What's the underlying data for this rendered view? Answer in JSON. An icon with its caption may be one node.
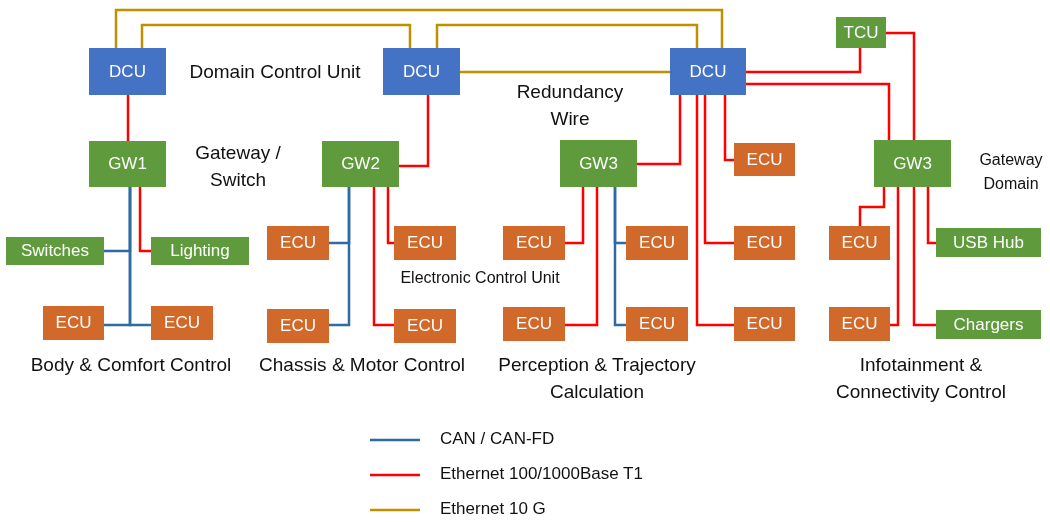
{
  "diagram": {
    "nodes": [
      {
        "text": [
          "DCU"
        ]
      },
      {
        "text": [
          "DCU"
        ]
      },
      {
        "text": [
          "DCU"
        ]
      },
      {
        "text": [
          "TCU"
        ]
      },
      {
        "text": [
          "GW1"
        ]
      },
      {
        "text": [
          "GW2"
        ]
      },
      {
        "text": [
          "GW3"
        ]
      },
      {
        "text": [
          "ECU"
        ]
      },
      {
        "text": [
          "GW3"
        ]
      },
      {
        "text": [
          "Switches"
        ]
      },
      {
        "text": [
          "Lighting"
        ]
      },
      {
        "text": [
          "ECU"
        ]
      },
      {
        "text": [
          "ECU"
        ]
      },
      {
        "text": [
          "ECU"
        ]
      },
      {
        "text": [
          "ECU"
        ]
      },
      {
        "text": [
          "ECU"
        ]
      },
      {
        "text": [
          "ECU"
        ]
      },
      {
        "text": [
          "ECU"
        ]
      },
      {
        "text": [
          "ECU"
        ]
      },
      {
        "text": [
          "ECU"
        ]
      },
      {
        "text": [
          "ECU"
        ]
      },
      {
        "text": [
          "ECU"
        ]
      },
      {
        "text": [
          "ECU"
        ]
      },
      {
        "text": [
          "ECU"
        ]
      },
      {
        "text": [
          "USB Hub"
        ]
      },
      {
        "text": [
          "ECU"
        ]
      },
      {
        "text": [
          "Chargers"
        ]
      }
    ],
    "edges": [
      {
        "from": 0,
        "to": 2,
        "arrow": "none",
        "color": "#c09000"
      },
      {
        "from": 0,
        "to": 1,
        "arrow": "none",
        "color": "#c09000"
      },
      {
        "from": 1,
        "to": 2,
        "arrow": "none",
        "color": "#c09000"
      },
      {
        "from": 1,
        "to": 2,
        "arrow": "none",
        "color": "#c09000"
      },
      {
        "from": 0,
        "to": 4,
        "arrow": "none"
      },
      {
        "from": 1,
        "to": 5,
        "arrow": "none"
      },
      {
        "from": 2,
        "to": 6,
        "arrow": "none"
      },
      {
        "from": 2,
        "to": 7,
        "arrow": "none"
      },
      {
        "from": 2,
        "to": 21,
        "arrow": "none"
      },
      {
        "from": 2,
        "to": 22,
        "arrow": "none"
      },
      {
        "from": 2,
        "to": 3,
        "arrow": "none"
      },
      {
        "from": 2,
        "to": 8,
        "arrow": "none"
      },
      {
        "from": 3,
        "to": 8,
        "arrow": "none"
      },
      {
        "from": 4,
        "to": 9,
        "arrow": "none",
        "color": "#2e6aa3"
      },
      {
        "from": 4,
        "to": 11,
        "arrow": "none",
        "color": "#2e6aa3"
      },
      {
        "from": 4,
        "to": 12,
        "arrow": "none",
        "color": "#2e6aa3"
      },
      {
        "from": 4,
        "to": 10,
        "arrow": "none"
      },
      {
        "from": 5,
        "to": 13,
        "arrow": "none",
        "color": "#2e6aa3"
      },
      {
        "from": 5,
        "to": 15,
        "arrow": "none",
        "color": "#2e6aa3"
      },
      {
        "from": 5,
        "to": 14,
        "arrow": "none"
      },
      {
        "from": 5,
        "to": 16,
        "arrow": "none"
      },
      {
        "from": 6,
        "to": 17,
        "arrow": "none"
      },
      {
        "from": 6,
        "to": 19,
        "arrow": "none"
      },
      {
        "from": 6,
        "to": 18,
        "arrow": "none",
        "color": "#2e6aa3"
      },
      {
        "from": 6,
        "to": 20,
        "arrow": "none",
        "color": "#2e6aa3"
      },
      {
        "from": 8,
        "to": 23,
        "arrow": "none"
      },
      {
        "from": 8,
        "to": 25,
        "arrow": "none"
      },
      {
        "from": 8,
        "to": 26,
        "arrow": "none"
      },
      {
        "from": 8,
        "to": 24,
        "arrow": "none"
      }
    ],
    "labels": [
      "Domain Control Unit",
      "Redundancy Wire",
      "Gateway / Switch",
      "Gateway Domain",
      "Electronic Control Unit",
      "Body & Comfort Control",
      "Chassis & Motor Control",
      "Perception & Trajectory Calculation",
      "Infotainment & Connectivity Control"
    ],
    "legend": [
      {
        "text": "CAN / CAN-FD"
      },
      {
        "text": "Ethernet 100/1000Base T1"
      },
      {
        "text": "Ethernet 10 G"
      }
    ]
  }
}
